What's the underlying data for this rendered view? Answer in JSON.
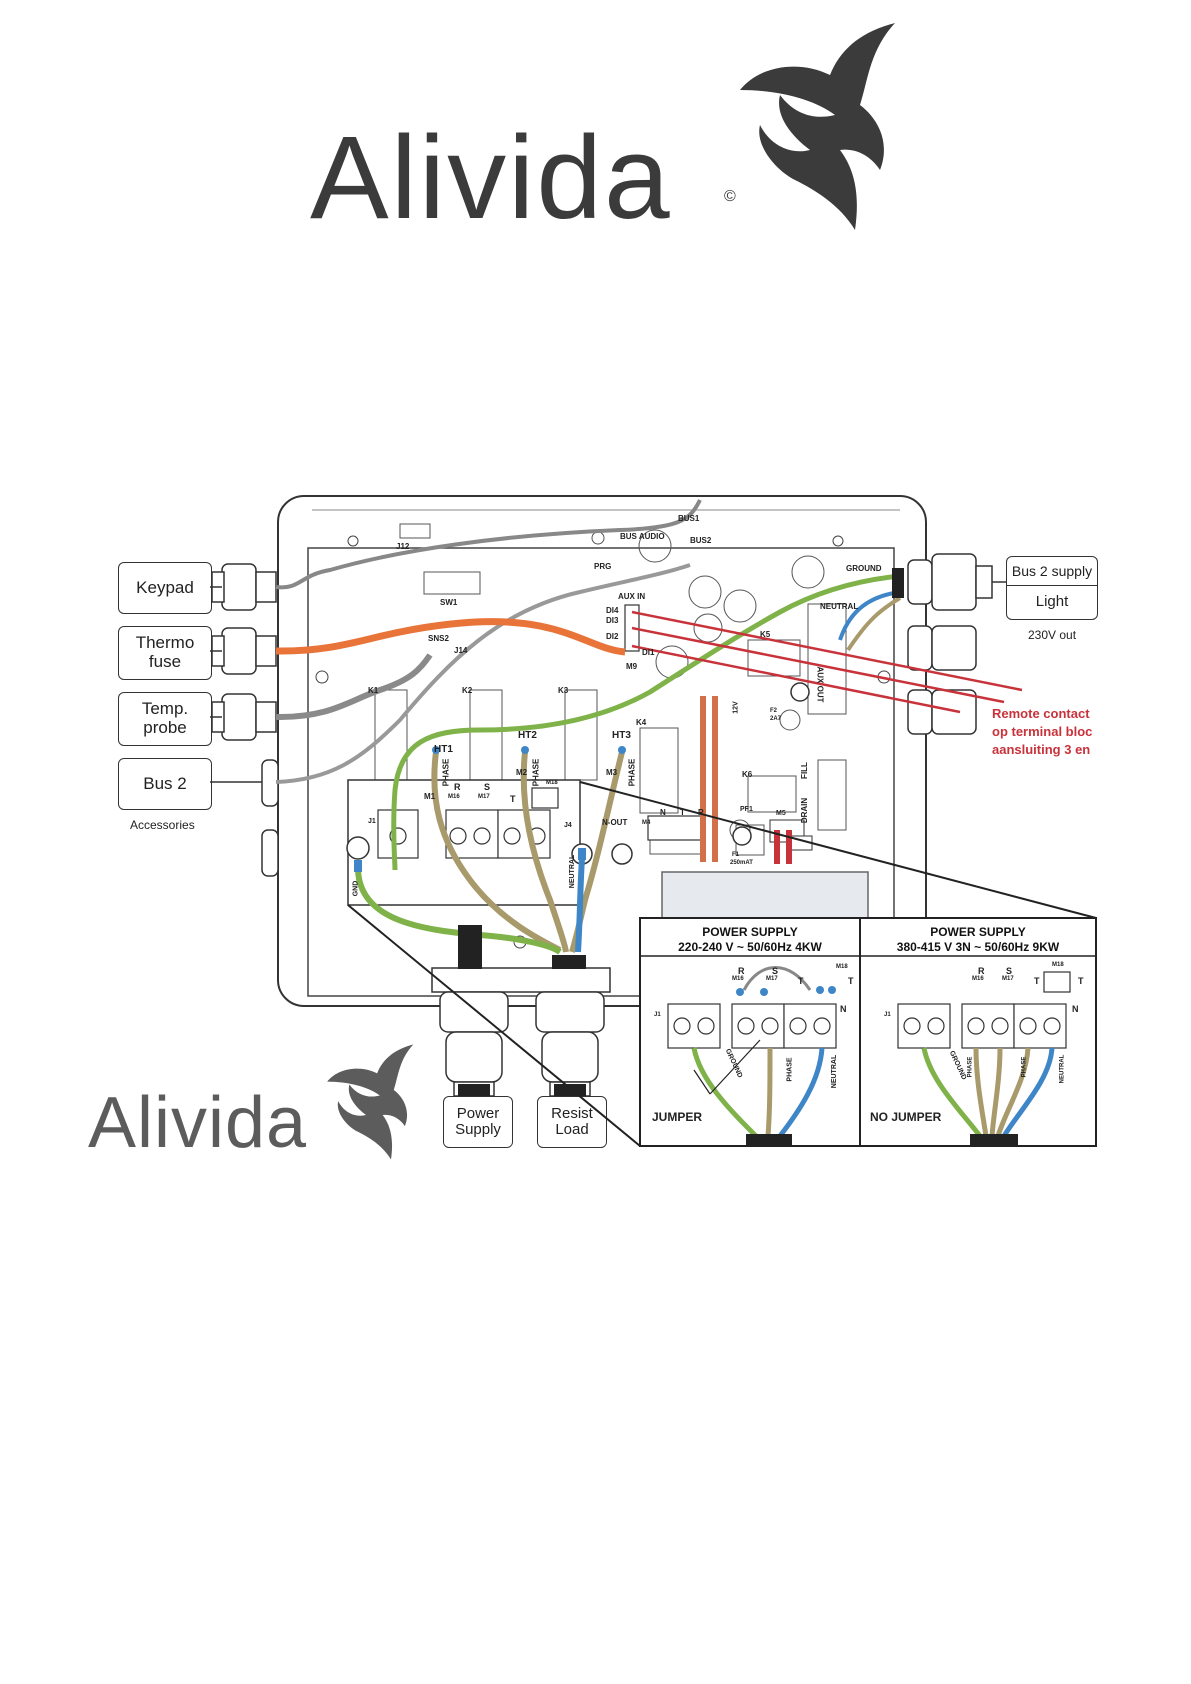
{
  "brand": {
    "name": "Alivida",
    "copyright_symbol": "©",
    "logo_color": "#3b3b3b",
    "logo_color_secondary": "#5c5c5c"
  },
  "side_boxes": {
    "keypad": "Keypad",
    "thermo_fuse": "Thermo fuse",
    "temp_probe": "Temp. probe",
    "bus2": "Bus 2",
    "accessories": "Accessories"
  },
  "right_box": {
    "bus2_supply": "Bus 2 supply",
    "light": "Light",
    "out_label": "230V out"
  },
  "bottom_boxes": {
    "power_supply_l1": "Power",
    "power_supply_l2": "Supply",
    "resist_load_l1": "Resist",
    "resist_load_l2": "Load"
  },
  "board_labels": {
    "bus1": "BUS1",
    "bus2": "BUS2",
    "bus_audio": "BUS AUDIO",
    "prg": "PRG",
    "sw1": "SW1",
    "j12": "J12",
    "aux_in": "AUX IN",
    "di4": "DI4",
    "di3": "DI3",
    "di2": "DI2",
    "di1": "DI1",
    "m9": "M9",
    "sns2": "SNS2",
    "j14": "J14",
    "ground": "GROUND",
    "neutral": "NEUTRAL",
    "k1": "K1",
    "k2": "K2",
    "k3": "K3",
    "k4": "K4",
    "k5": "K5",
    "k6": "K6",
    "aux_out": "AUX OUT",
    "ht1": "HT1",
    "ht2": "HT2",
    "ht3": "HT3",
    "phase": "PHASE",
    "m1": "M1",
    "m2": "M2",
    "m3": "M3",
    "r": "R",
    "s": "S",
    "t": "T",
    "n": "N",
    "m16": "M16",
    "m17": "M17",
    "m18": "M18",
    "j1": "J1",
    "j4": "J4",
    "gnd": "GND",
    "neutral_v": "NEUTRAL",
    "n_out": "N-OUT",
    "m4": "M4",
    "m5": "M5",
    "pf1": "PF1",
    "f1": "F1",
    "f1_rating": "250mAT",
    "f2": "F2",
    "f2_rating": "2A7",
    "fill": "FILL",
    "drain": "DRAIN",
    "v12": "12V"
  },
  "remote_note": {
    "line1": "Remote contact",
    "line2": "op terminal bloc",
    "line3": "aansluiting 3 en"
  },
  "power_supply_1": {
    "title": "POWER SUPPLY",
    "spec": "220-240 V ~ 50/60Hz 4KW",
    "ground": "GROUND",
    "phase": "PHASE",
    "neutral": "NEUTRAL",
    "jumper": "JUMPER"
  },
  "power_supply_2": {
    "title": "POWER SUPPLY",
    "spec": "380-415 V 3N ~ 50/60Hz 9KW",
    "ground": "GROUND",
    "phase": "PHASE",
    "neutral": "NEUTRAL",
    "jumper": "NO JUMPER"
  },
  "colors": {
    "ground_wire": "#7fb34a",
    "phase_wire": "#a89a6a",
    "neutral_wire": "#3e86c8",
    "sensor_wire": "#e8743a",
    "probe_wire": "#8a8a8a",
    "remote_line": "#c8323a",
    "fuse_wire": "#d2704a"
  }
}
